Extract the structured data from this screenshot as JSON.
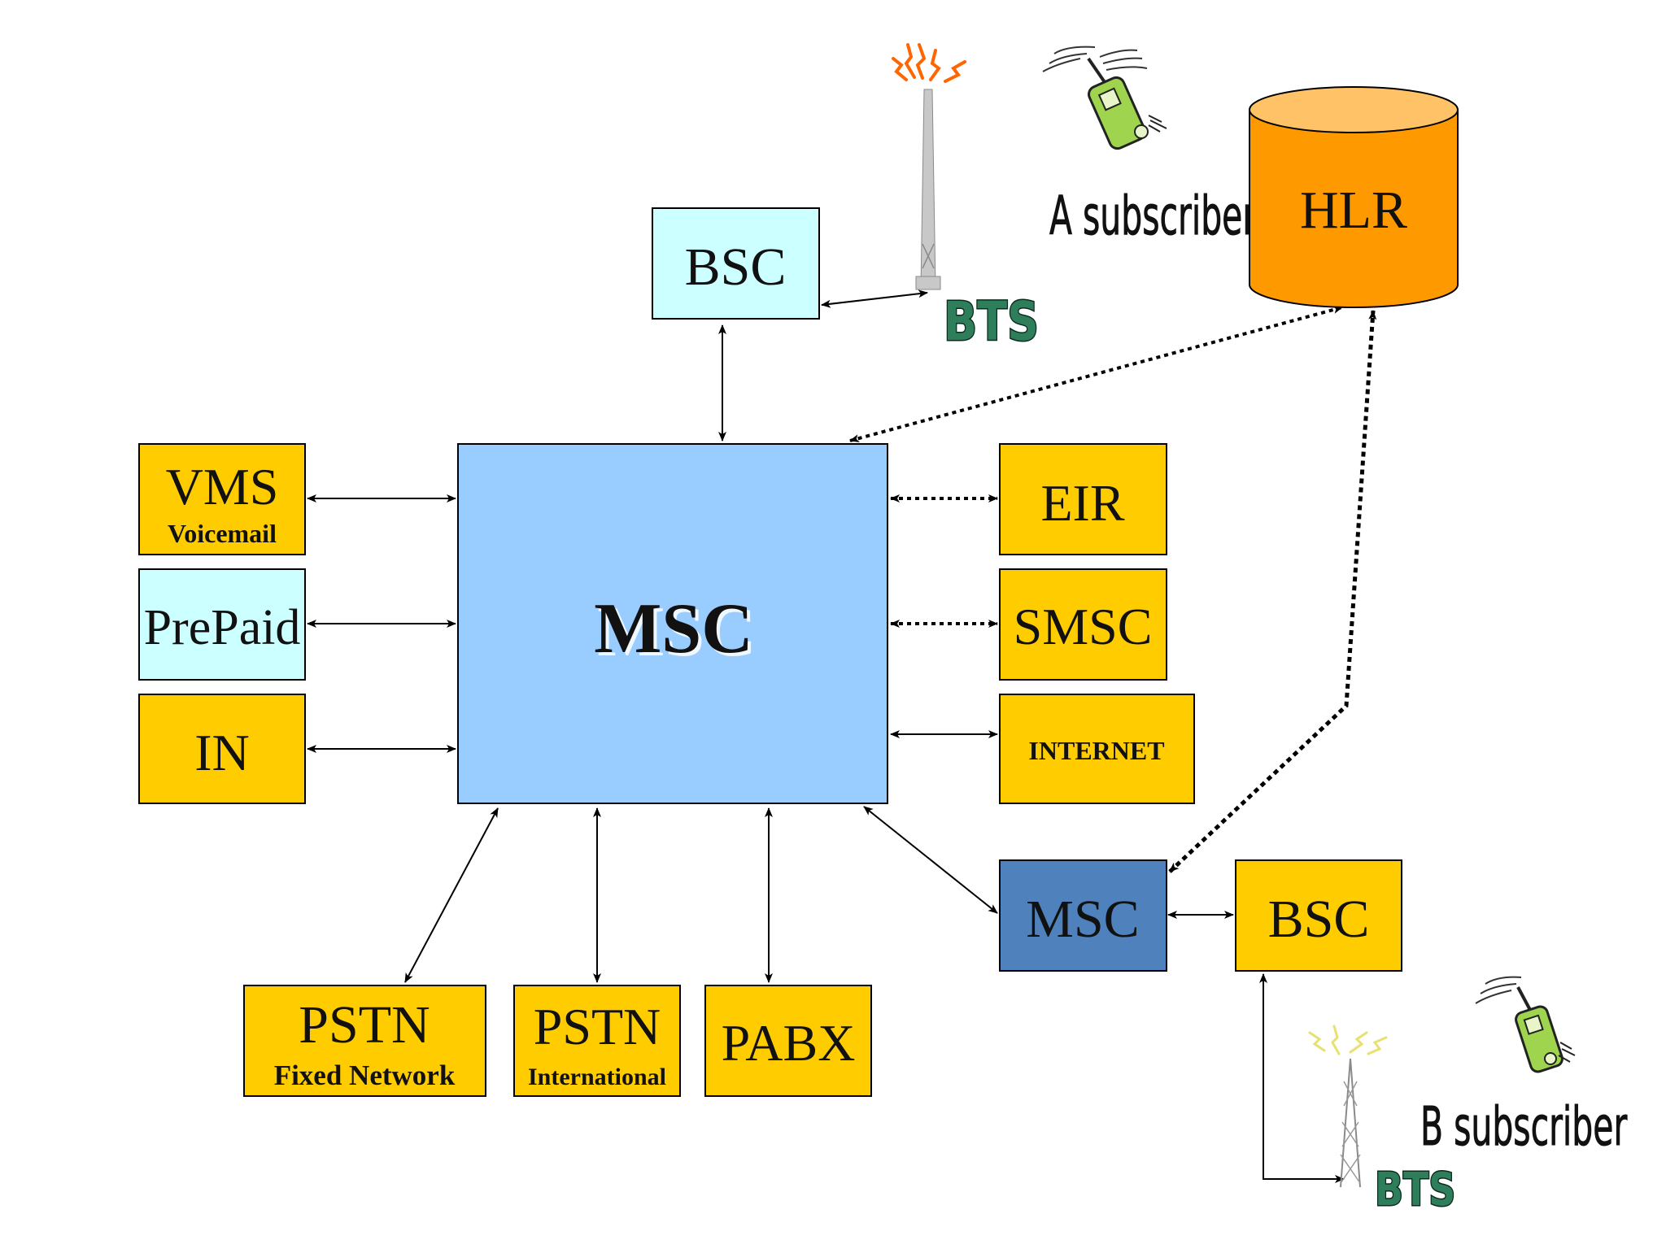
{
  "diagram": {
    "nodes": {
      "msc_main": {
        "label": "MSC"
      },
      "bsc_top": {
        "label": "BSC"
      },
      "bts_top": {
        "label": "BTS"
      },
      "a_subscriber": {
        "label": "A subscriber"
      },
      "hlr": {
        "label": "HLR"
      },
      "vms": {
        "label": "VMS",
        "sublabel": "Voicemail"
      },
      "prepaid": {
        "label": "PrePaid"
      },
      "in": {
        "label": "IN"
      },
      "eir": {
        "label": "EIR"
      },
      "smsc": {
        "label": "SMSC"
      },
      "internet": {
        "label": "INTERNET"
      },
      "msc_remote": {
        "label": "MSC"
      },
      "bsc_remote": {
        "label": "BSC"
      },
      "pstn_fixed": {
        "label": "PSTN",
        "sublabel": "Fixed Network"
      },
      "pstn_intl": {
        "label": "PSTN",
        "sublabel": "International"
      },
      "pabx": {
        "label": "PABX"
      },
      "bts_bottom": {
        "label": "BTS"
      },
      "b_subscriber": {
        "label": "B subscriber"
      }
    },
    "colors": {
      "yellow_box": "#ffcc00",
      "cyan_box": "#ccffff",
      "msc_box": "#99ccff",
      "msc_remote_box": "#4f81bd",
      "hlr_top": "#ffc266",
      "hlr_body": "#ff9900",
      "bts_text": "#2e7d5b",
      "line": "#000000"
    },
    "links": [
      {
        "from": "bsc_top",
        "to": "msc_main",
        "style": "solid"
      },
      {
        "from": "bsc_top",
        "to": "bts_top",
        "style": "solid"
      },
      {
        "from": "msc_main",
        "to": "hlr",
        "style": "dotted"
      },
      {
        "from": "msc_remote",
        "to": "hlr",
        "style": "dotted"
      },
      {
        "from": "vms",
        "to": "msc_main",
        "style": "solid"
      },
      {
        "from": "prepaid",
        "to": "msc_main",
        "style": "solid"
      },
      {
        "from": "in",
        "to": "msc_main",
        "style": "solid"
      },
      {
        "from": "eir",
        "to": "msc_main",
        "style": "dotted"
      },
      {
        "from": "smsc",
        "to": "msc_main",
        "style": "dotted"
      },
      {
        "from": "internet",
        "to": "msc_main",
        "style": "solid"
      },
      {
        "from": "msc_main",
        "to": "msc_remote",
        "style": "solid"
      },
      {
        "from": "msc_remote",
        "to": "bsc_remote",
        "style": "solid"
      },
      {
        "from": "pstn_fixed",
        "to": "msc_main",
        "style": "solid"
      },
      {
        "from": "pstn_intl",
        "to": "msc_main",
        "style": "solid"
      },
      {
        "from": "pabx",
        "to": "msc_main",
        "style": "solid"
      },
      {
        "from": "bsc_remote",
        "to": "bts_bottom",
        "style": "solid"
      }
    ]
  }
}
